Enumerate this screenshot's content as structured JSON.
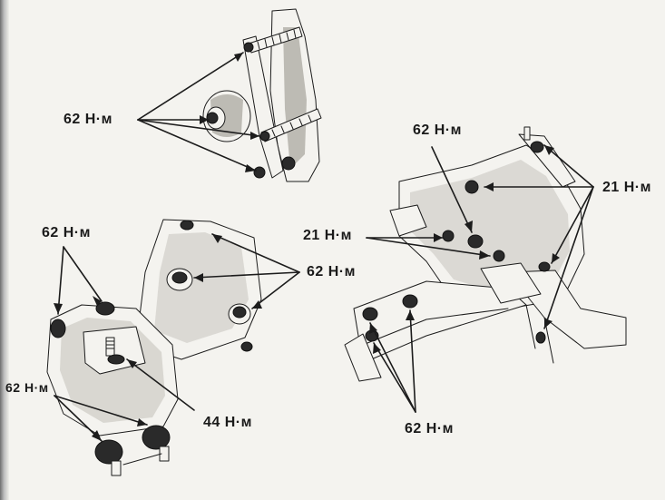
{
  "labels": {
    "torque_62_top": "62 Н·м",
    "torque_62_mid_right": "62 Н·м",
    "torque_62_left_top": "62 Н·м",
    "torque_62_center": "62 Н·м",
    "torque_62_bottom_left": "62 Н·м",
    "torque_62_bottom_right": "62 Н·м",
    "torque_21_right": "21 Н·м",
    "torque_21_center": "21 Н·м",
    "torque_44": "44 Н·м"
  }
}
